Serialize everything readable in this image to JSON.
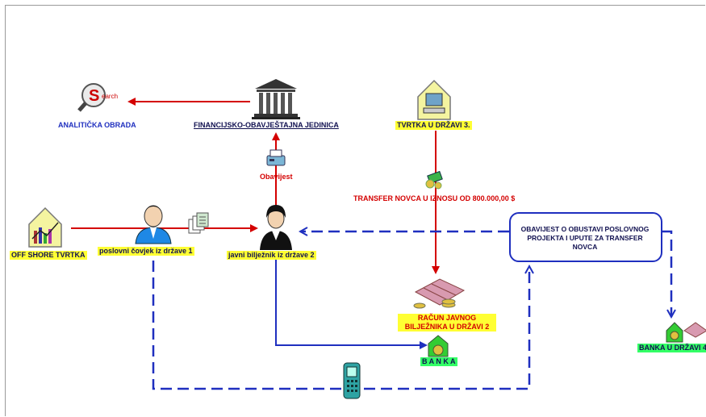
{
  "labels": {
    "analiticka": "ANALITIČKA OBRADA",
    "search": "Search",
    "financijsko": "FINANCIJSKO-OBAVJEŠTAJNA JEDINICA",
    "tvrtka3": "TVRTKA U DRŽAVI 3.",
    "obavijest": "Obavijest",
    "transfer": "TRANSFER NOVCA U IZNOSU OD 800.000,00 $",
    "offshore": "OFF SHORE TVRTKA",
    "poslovni": "poslovni čovjek iz države 1",
    "javni": "javni bilježnik iz države 2",
    "notice": "OBAVIJEST O OBUSTAVI POSLOVNOG PROJEKTA I UPUTE ZA TRANSFER NOVCA",
    "racun": "RAČUN  JAVNOG BILJEŽNIKA U DRŽAVI 2",
    "banka": "B A N K A",
    "banka4": "BANKA U DRŽAVI 4"
  },
  "colors": {
    "red_flow": "#d40000",
    "blue_flow": "#1f2fbf",
    "highlight_yellow": "#ffff33",
    "highlight_green": "#33ff66"
  },
  "icons": [
    "search-magnifier-icon",
    "bank-building-icon",
    "computer-house-icon",
    "fax-icon",
    "money-transfer-icon",
    "chart-house-icon",
    "businessman-icon",
    "documents-icon",
    "notary-icon",
    "money-tray-icon",
    "bank-icon",
    "mobile-phone-icon",
    "exclamation-icon"
  ]
}
